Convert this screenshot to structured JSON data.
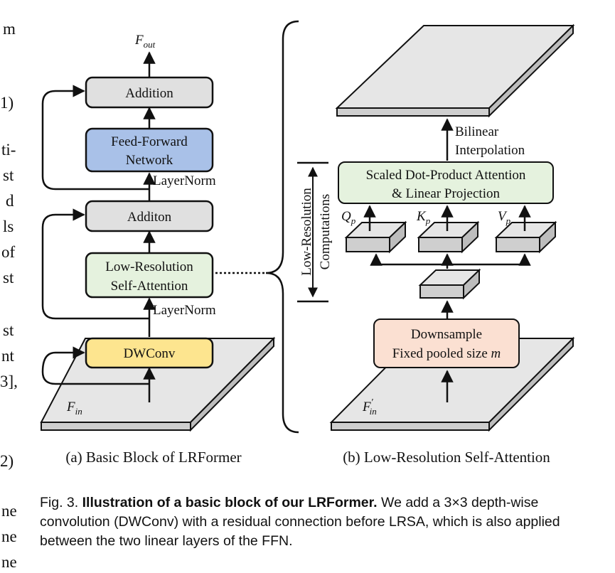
{
  "left_column_fragments": [
    "m",
    "1)",
    "ti-",
    "st",
    "d",
    "ls",
    "of",
    "st",
    "st",
    "nt",
    "3],",
    "2)",
    "ne",
    "ne",
    "ne"
  ],
  "panel_a": {
    "output_label_main": "F",
    "output_label_sub": "out",
    "input_label_main": "F",
    "input_label_sub": "in",
    "boxes": {
      "addition_top": "Addition",
      "ffn_line1": "Feed-Forward",
      "ffn_line2": "Network",
      "addition_mid": "Additon",
      "lrsa_line1": "Low-Resolution",
      "lrsa_line2": "Self-Attention",
      "dwconv": "DWConv"
    },
    "layernorm_top": "LayerNorm",
    "layernorm_bottom": "LayerNorm",
    "subcaption": "(a) Basic Block of LRFormer"
  },
  "panel_b": {
    "bilinear_line1": "Bilinear",
    "bilinear_line2": "Interpolation",
    "attention_line1": "Scaled Dot-Product Attention",
    "attention_line2": "& Linear Projection",
    "q_label": "Q",
    "k_label": "K",
    "v_label": "V",
    "qkv_sub": "p",
    "lowres_line1": "Low-Resolution",
    "lowres_line2": "Computations",
    "downsample_line1": "Downsample",
    "downsample_line2_prefix": "Fixed pooled size ",
    "downsample_var": "m",
    "input_label_main": "F",
    "input_label_prime": "′",
    "input_label_sub": "in",
    "subcaption": "(b) Low-Resolution Self-Attention"
  },
  "caption": {
    "prefix": "Fig. 3. ",
    "bold": "Illustration of a basic block of our LRFormer.",
    "rest": "  We add a 3×3 depth-wise convolution (DWConv) with a residual connection before LRSA, which is also applied between the two linear layers of the FFN."
  },
  "colors": {
    "gray_box": "#e0e0e0",
    "ffn_box": "#a9c1e8",
    "lrsa_box": "#e5f2de",
    "dwconv_box": "#fde58f",
    "attention_box": "#e5f2de",
    "downsample_box": "#fbe0d2",
    "plane_top": "#e6e6e6",
    "plane_side": "#cfcfcf"
  }
}
